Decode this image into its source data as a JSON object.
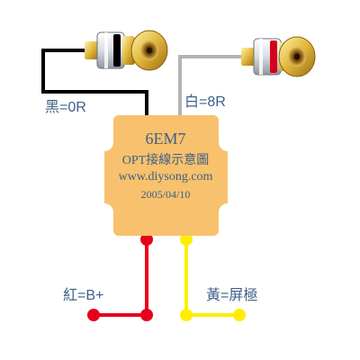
{
  "transformer": {
    "title": "6EM7",
    "line1": "OPT接線示意圖",
    "line2": "www.diysong.com",
    "date": "2005/04/10",
    "color": "#f8c16d"
  },
  "wires": {
    "black": {
      "label": "黑=0R",
      "color": "#000000"
    },
    "white": {
      "label": "白=8R",
      "color": "#b4b4b4"
    },
    "red": {
      "label": "紅=B+",
      "color": "#e8001c"
    },
    "yellow": {
      "label": "黃=屏極",
      "color": "#ffee00"
    }
  },
  "terminals": {
    "left": {
      "icon": "binding-post-icon",
      "color": "#000000"
    },
    "right": {
      "icon": "binding-post-icon",
      "color": "#d4001a"
    }
  }
}
